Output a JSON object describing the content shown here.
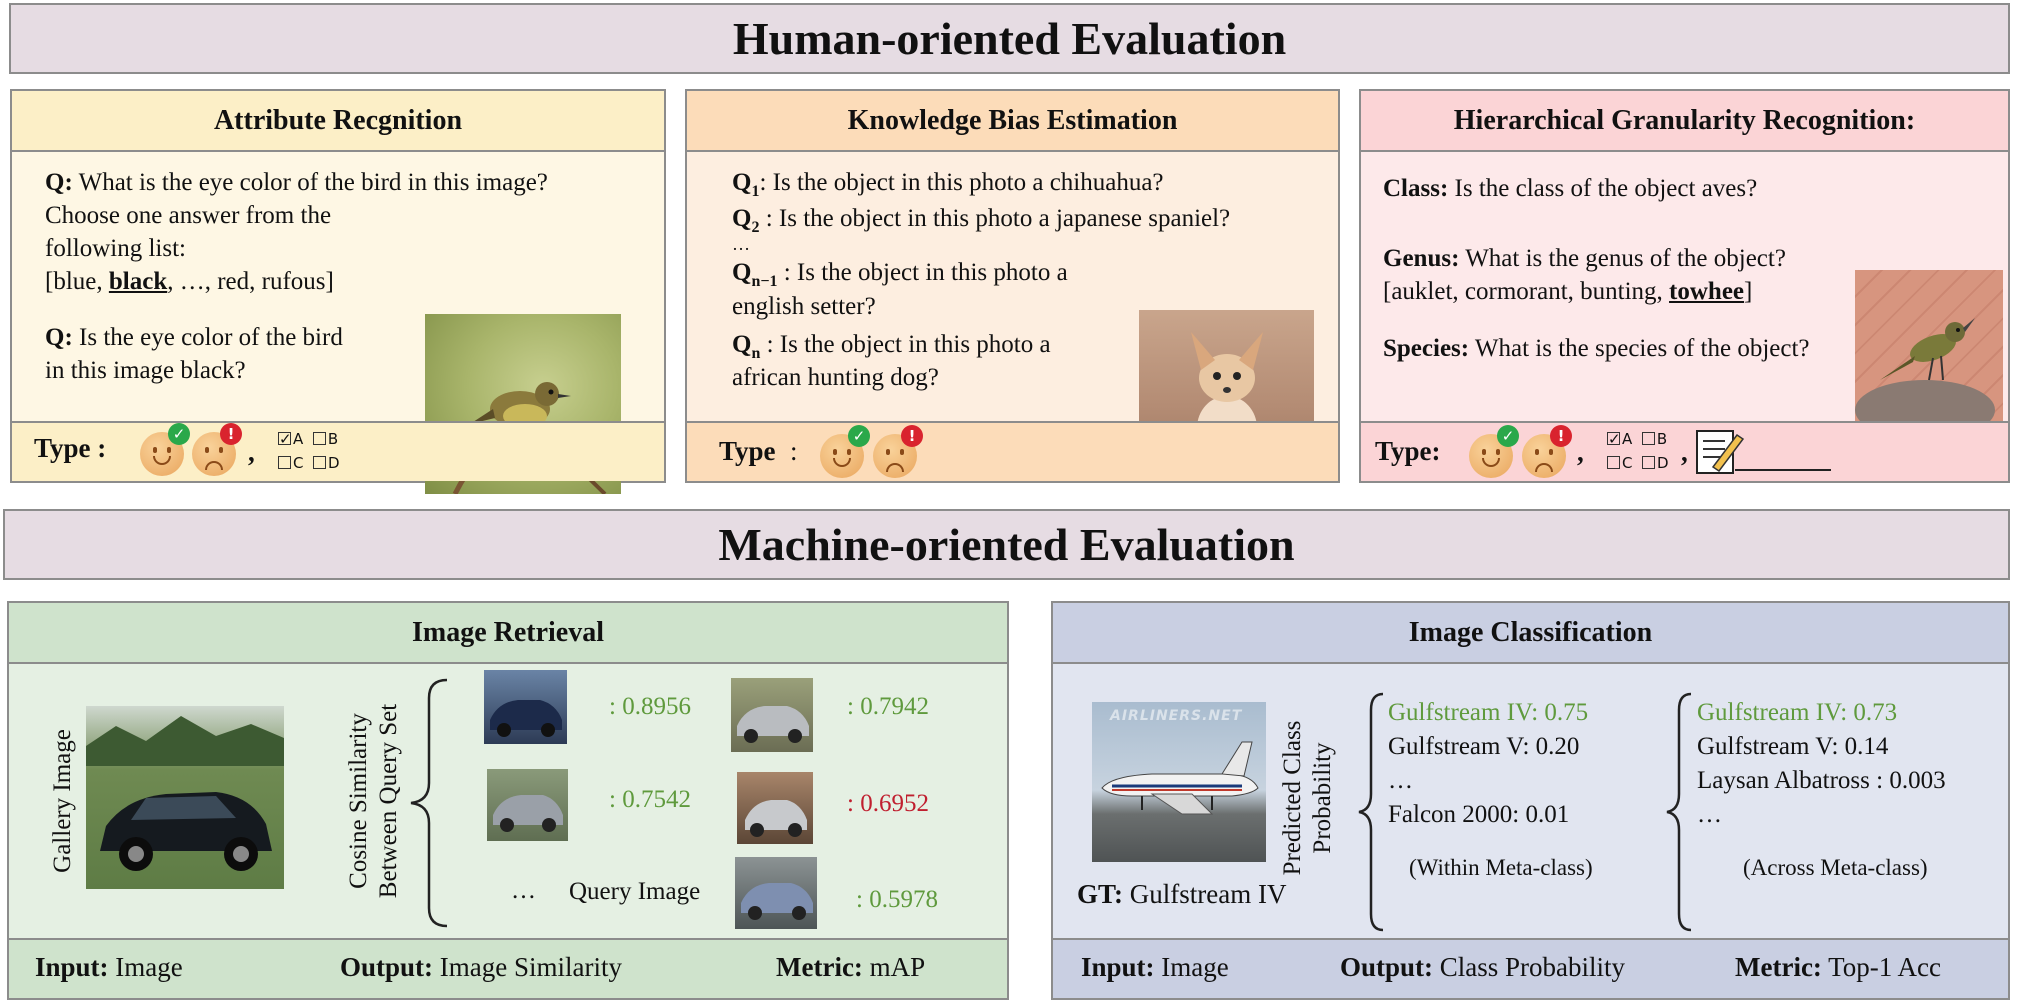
{
  "human_title": "Human-oriented Evaluation",
  "machine_title": "Machine-oriented Evaluation",
  "attr": {
    "title": "Attribute Recgnition",
    "q_label": "Q:",
    "q1": "What is the eye color of the bird in this image?",
    "q1_line2": "Choose one answer from the",
    "q1_line3": "following list:",
    "list_pre": "[blue, ",
    "list_bold": "black",
    "list_post": ", …, red, rufous]",
    "q2_label": "Q:",
    "q2": "Is the eye color of the bird",
    "q2_line2": "in this image black?",
    "type_label": "Type :",
    "comma": ",",
    "opt_a": "A",
    "opt_b": "B",
    "opt_c": "C",
    "opt_d": "D"
  },
  "kb": {
    "title": "Knowledge Bias Estimation",
    "q1_label": "Q",
    "q1_sub": "1",
    "q1": ": Is the object in this photo a chihuahua?",
    "q2_label": "Q",
    "q2_sub": "2",
    "q2": " : Is the object in this photo a japanese spaniel?",
    "ellipsis": "…",
    "q3_label": "Q",
    "q3_sub": "n−1",
    "q3": " : Is the object in this photo a",
    "q3_line2": "english setter?",
    "q4_label": "Q",
    "q4_sub": "n",
    "q4": " : Is the object in this photo a",
    "q4_line2": "african hunting dog?",
    "type_label": "Type",
    "type_colon": ":"
  },
  "hg": {
    "title": "Hierarchical Granularity Recognition:",
    "class_label": "Class:",
    "class_q": " Is the class of the object aves?",
    "genus_label": "Genus:",
    "genus_q": " What is the genus of the object?",
    "genus_list_pre": "[auklet, cormorant, bunting, ",
    "genus_list_bold": "towhee",
    "genus_list_post": "]",
    "species_label": "Species:",
    "species_q": " What is the species of the object?",
    "type_label": "Type:",
    "comma": ",",
    "opt_a": "A",
    "opt_b": "B",
    "opt_c": "C",
    "opt_d": "D"
  },
  "ret": {
    "title": "Image Retrieval",
    "gallery_label": "Gallery Image",
    "cosine_line1": "Cosine Similarity",
    "cosine_line2": "Between Query Set",
    "scores": [
      {
        "text": ": 0.8956",
        "color": "#5f9a3d"
      },
      {
        "text": ": 0.7942",
        "color": "#5f9a3d"
      },
      {
        "text": ": 0.7542",
        "color": "#5f9a3d"
      },
      {
        "text": ": 0.6952",
        "color": "#c01f2f"
      },
      {
        "text": ": 0.5978",
        "color": "#5f9a3d"
      }
    ],
    "ellipsis": "…",
    "query_label": "Query Image",
    "input_label": "Input:",
    "input_value": " Image",
    "output_label": "Output:",
    "output_value": " Image Similarity",
    "metric_label": "Metric:",
    "metric_value": " mAP"
  },
  "cls": {
    "title": "Image Classification",
    "watermark": "AIRLINERS.NET",
    "pred_line1": "Predicted Class",
    "pred_line2": "Probability",
    "gt_label": "GT:",
    "gt_value": " Gulfstream IV",
    "within": [
      "Gulfstream IV: 0.75",
      "Gulfstream V: 0.20",
      "…",
      "Falcon 2000: 0.01"
    ],
    "within_caption": "(Within Meta-class)",
    "across": [
      "Gulfstream IV: 0.73",
      "Gulfstream V: 0.14",
      "Laysan Albatross : 0.003",
      "…"
    ],
    "across_caption": "(Across Meta-class)",
    "input_label": "Input:",
    "input_value": " Image",
    "output_label": "Output:",
    "output_value": " Class Probability",
    "metric_label": "Metric:",
    "metric_value": " Top-1 Acc"
  },
  "colors": {
    "attr_header": "#fcefc7",
    "attr_body": "#fef7e4",
    "kb_header": "#fcdcb9",
    "kb_body": "#fdeee0",
    "hg_header": "#fbd4d6",
    "hg_body": "#fde9ea",
    "ret_header": "#cfe3cc",
    "ret_body": "#e5f0e3",
    "cls_header": "#c9cfe2",
    "cls_body": "#e1e5f0",
    "score_green": "#5f9a3d",
    "score_red": "#c01f2f"
  }
}
